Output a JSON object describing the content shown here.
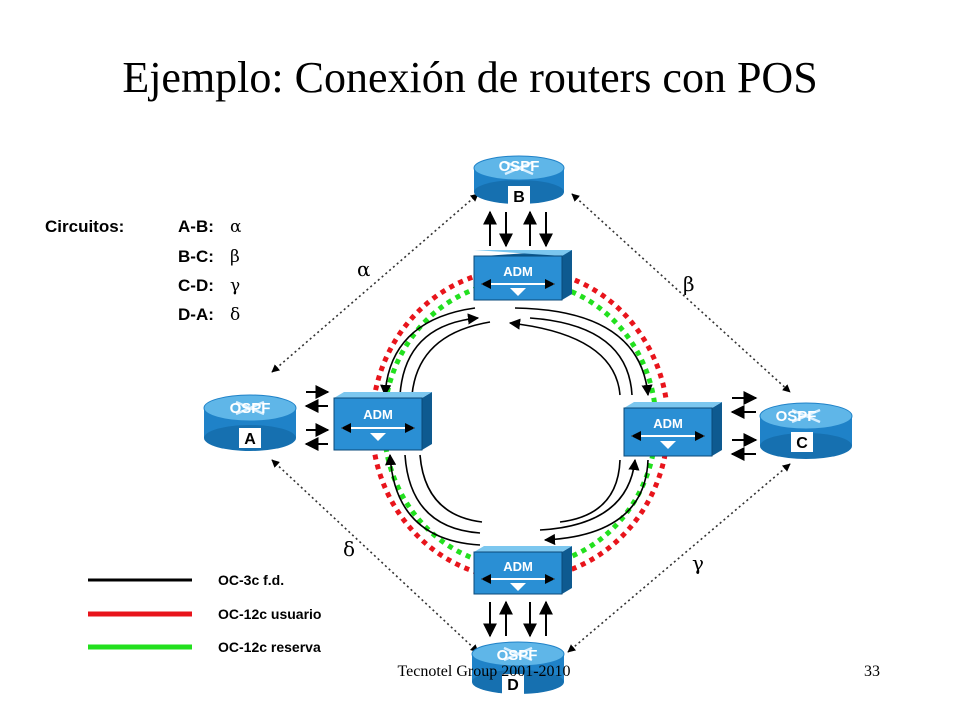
{
  "slide": {
    "title": "Ejemplo: Conexión de routers con POS",
    "footer": "Tecnotel Group 2001-2010",
    "page_number": "33"
  },
  "circuits": {
    "heading": "Circuitos:",
    "items": [
      {
        "label": "A-B:",
        "symbol": "α"
      },
      {
        "label": "B-C:",
        "symbol": "β"
      },
      {
        "label": "C-D:",
        "symbol": "γ"
      },
      {
        "label": "D-A:",
        "symbol": "δ"
      }
    ]
  },
  "routers": {
    "a": {
      "protocol": "OSPF",
      "name": "A"
    },
    "b": {
      "protocol": "OSPF",
      "name": "B"
    },
    "c": {
      "protocol": "OSPF",
      "name": "C"
    },
    "d": {
      "protocol": "OSPF",
      "name": "D"
    }
  },
  "adms": {
    "top": {
      "label": "ADM"
    },
    "left": {
      "label": "ADM"
    },
    "right": {
      "label": "ADM"
    },
    "bottom": {
      "label": "ADM"
    }
  },
  "link_symbols": {
    "ab": "α",
    "bc": "β",
    "cd": "γ",
    "da": "δ"
  },
  "legend": {
    "items": [
      {
        "label": "OC-3c f.d.",
        "color": "#000000"
      },
      {
        "label": "OC-12c usuario",
        "color": "#e8141b"
      },
      {
        "label": "OC-12c reserva",
        "color": "#22e01e"
      }
    ]
  },
  "colors": {
    "router_body": "#1f82c8",
    "router_top": "#5fb6e8",
    "adm_face": "#2a8fd4",
    "ring_red": "#e8141b",
    "ring_green": "#22e01e"
  }
}
